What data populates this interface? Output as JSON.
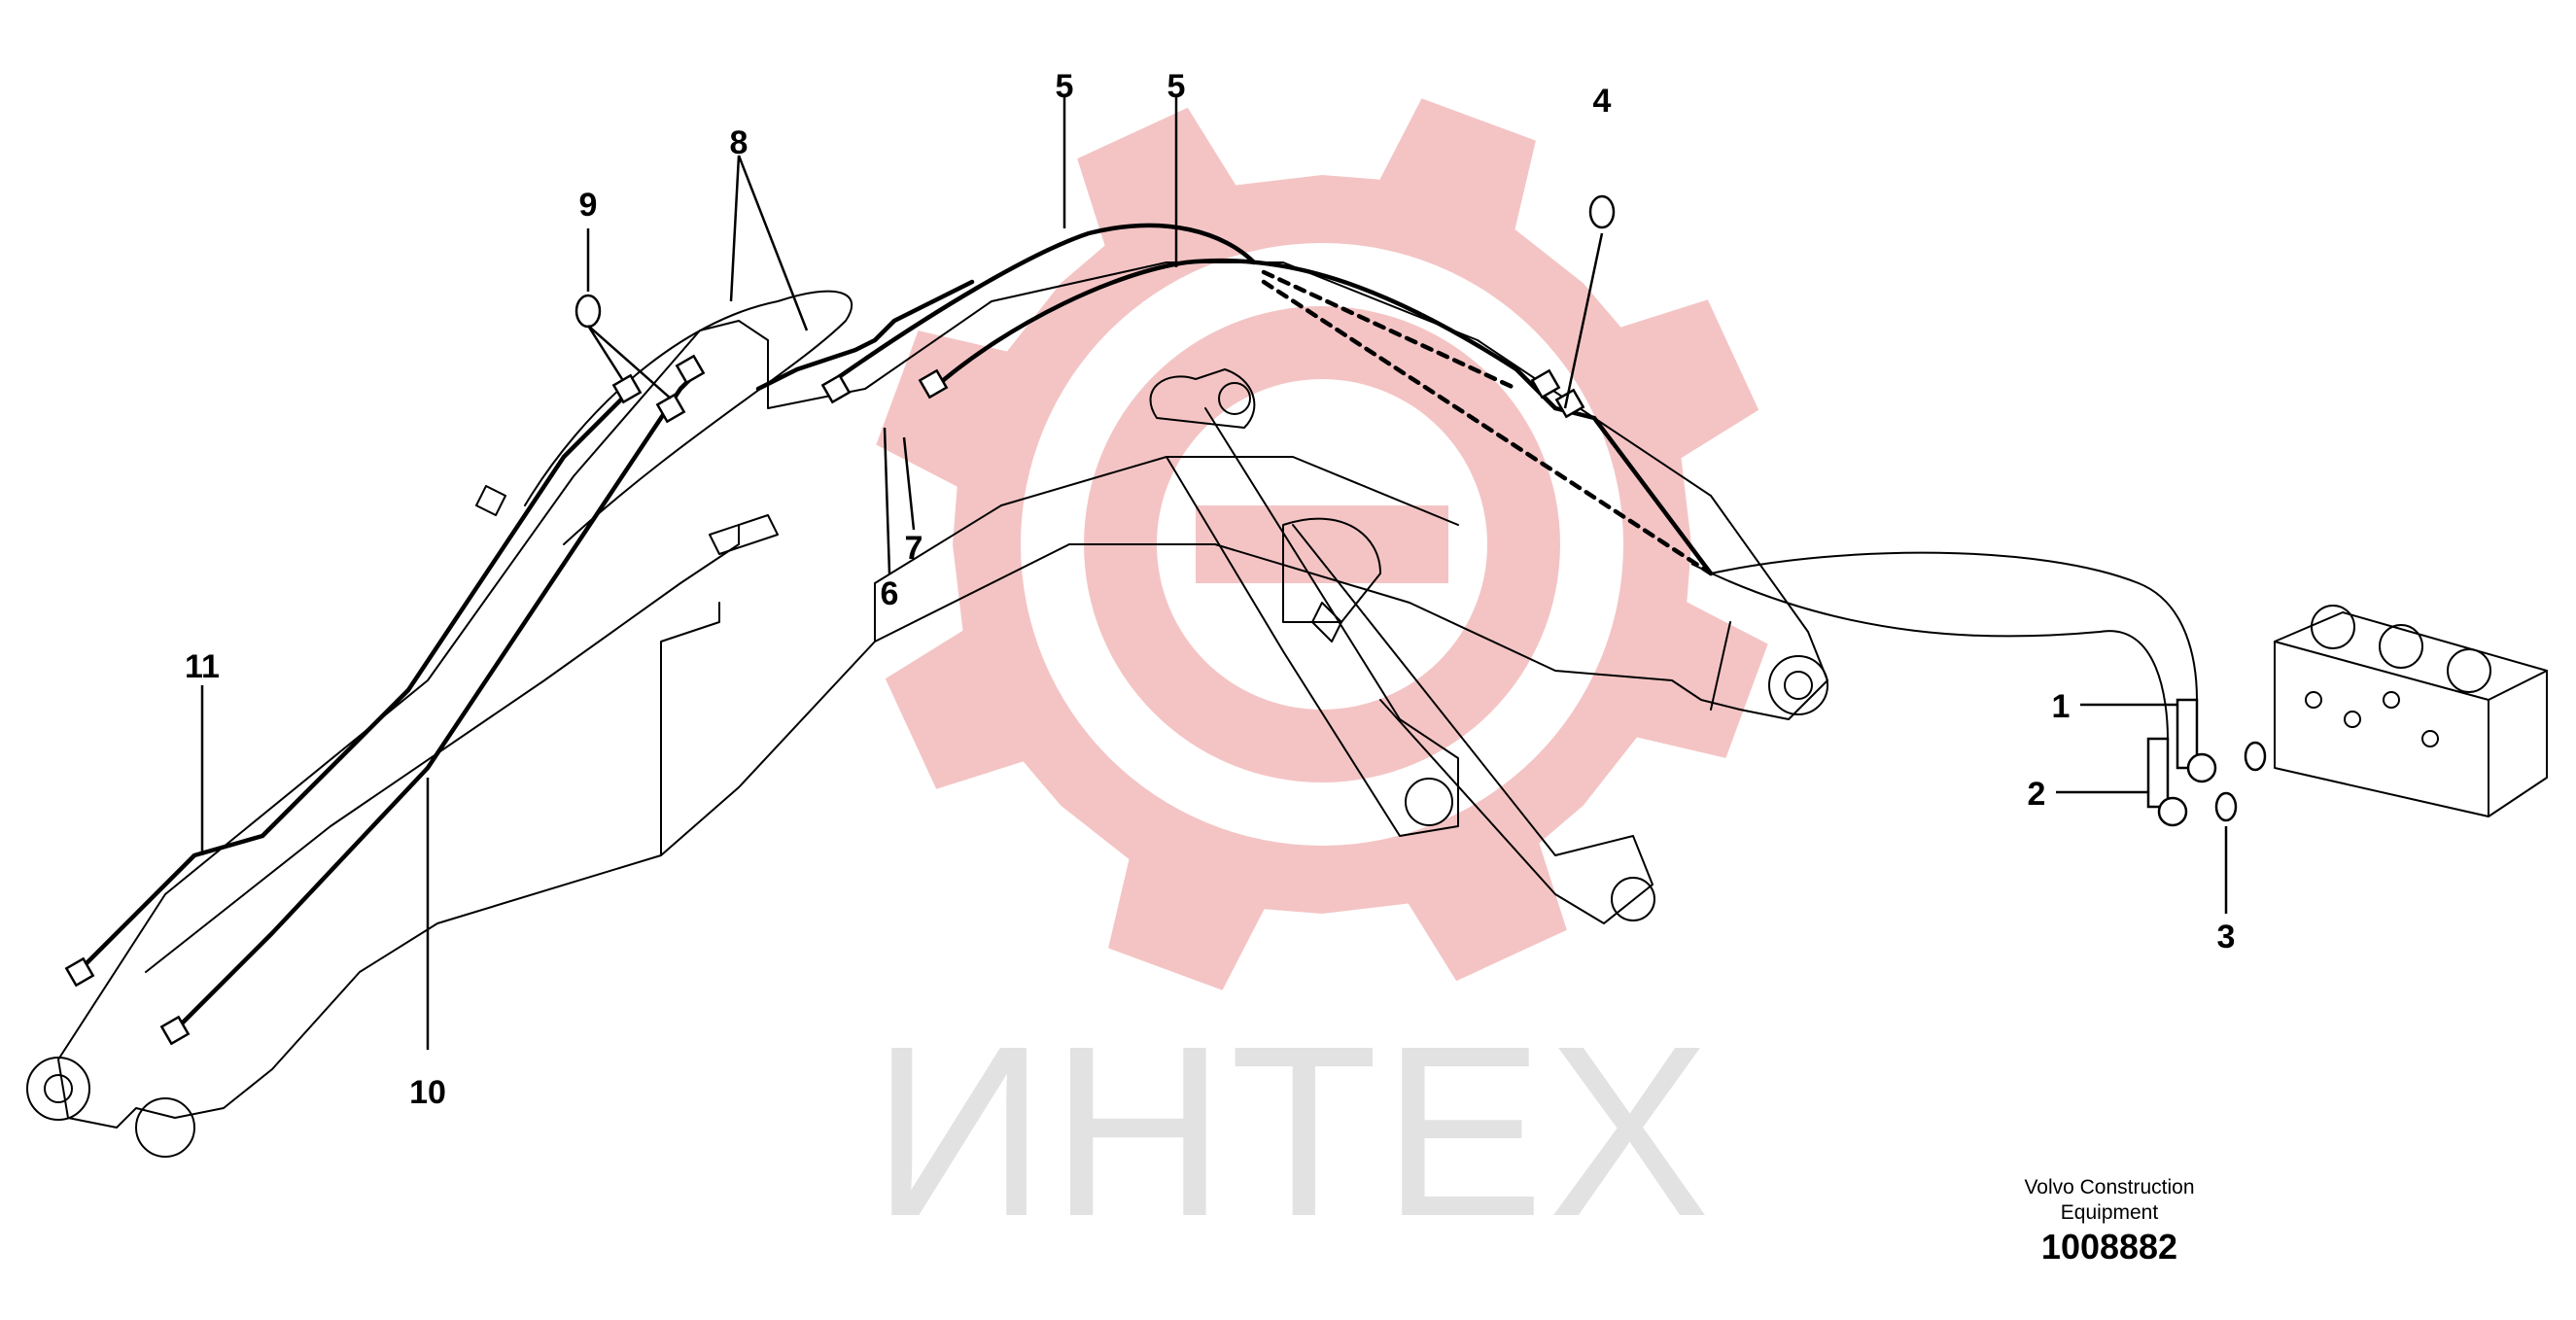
{
  "watermark": {
    "text": "ИНТЕХ",
    "gear_color": "#f4c4c4",
    "text_color": "#e2e2e2"
  },
  "callouts": [
    {
      "id": "1",
      "label": "1"
    },
    {
      "id": "2",
      "label": "2"
    },
    {
      "id": "3",
      "label": "3"
    },
    {
      "id": "4",
      "label": "4"
    },
    {
      "id": "5a",
      "label": "5"
    },
    {
      "id": "5b",
      "label": "5"
    },
    {
      "id": "6",
      "label": "6"
    },
    {
      "id": "7",
      "label": "7"
    },
    {
      "id": "8",
      "label": "8"
    },
    {
      "id": "9",
      "label": "9"
    },
    {
      "id": "10",
      "label": "10"
    },
    {
      "id": "11",
      "label": "11"
    }
  ],
  "caption": {
    "line1": "Volvo Construction",
    "line2": "Equipment",
    "number": "1008882"
  }
}
